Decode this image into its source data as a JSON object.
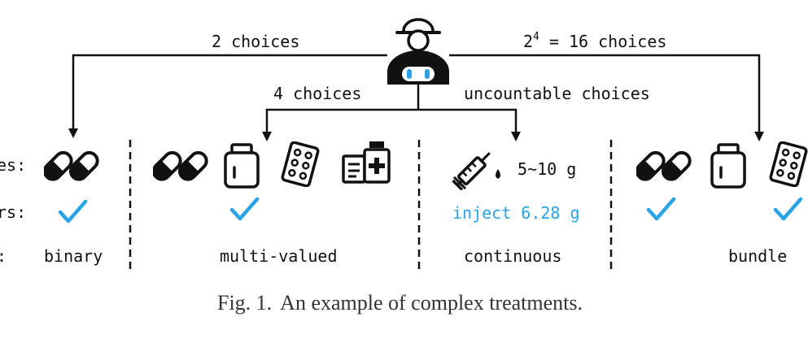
{
  "edges": {
    "left_outer": "2 choices",
    "right_outer_prefix": "2",
    "right_outer_sup": "4",
    "right_outer_suffix": " = 16 choices",
    "left_inner": "4 choices",
    "right_inner": "uncountable choices"
  },
  "row_labels": {
    "options": "es:",
    "answers": "rs:",
    "type": ":"
  },
  "columns": [
    {
      "id": "binary",
      "type_label": "binary",
      "answer": "check"
    },
    {
      "id": "multi-valued",
      "type_label": "multi-valued",
      "answer": "check"
    },
    {
      "id": "continuous",
      "type_label": "continuous",
      "option_text": "5~10 g",
      "answer_text": "inject 6.28 g"
    },
    {
      "id": "bundle",
      "type_label": "bundle",
      "answer": "check-check"
    }
  ],
  "caption": {
    "label": "Fig. 1.",
    "text": "An example of complex treatments."
  },
  "icons": [
    "doctor-icon",
    "capsule-icon",
    "medicine-bottle-icon",
    "blister-pack-icon",
    "medicine-box-icon",
    "syringe-icon",
    "check-icon"
  ],
  "colors": {
    "line": "#111111",
    "accent": "#29a3e6",
    "doctor_eyes": "#29a3e6"
  }
}
